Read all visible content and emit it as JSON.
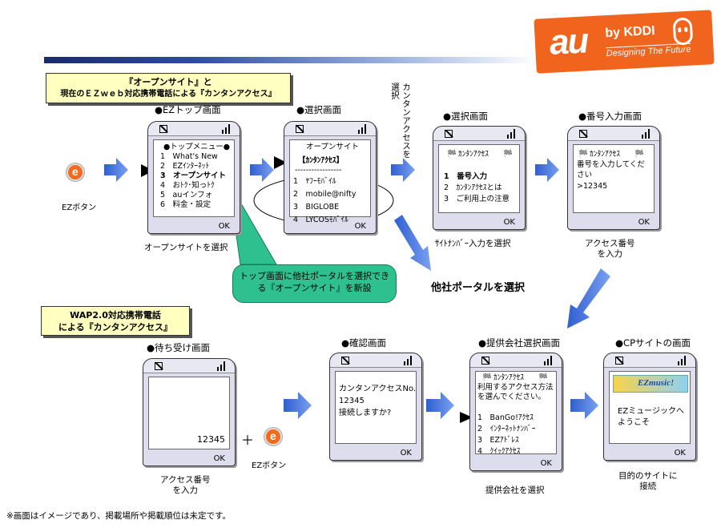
{
  "header": {
    "brand": "au",
    "brand_by": "by KDDI",
    "tagline": "Designing The Future"
  },
  "box1": {
    "line1": "『オープンサイト』と",
    "line2": "現在のＥＺｗｅｂ対応携帯電話による『カンタンアクセス』"
  },
  "box2": {
    "line1": "WAP2.0対応携帯電話",
    "line2": "による『カンタンアクセス』"
  },
  "row1": {
    "ez_label": "EZボタン",
    "p1": {
      "title": "●EZトップ画面",
      "menu_title": "●トップメニュー●",
      "items": [
        "1　What's New",
        "2　EZｲﾝﾀｰﾈｯﾄ",
        "3　オープンサイト",
        "4　おﾄｸ･知っﾄｸ",
        "5　auインフォ",
        "6　料金・設定"
      ],
      "ok": "OK",
      "caption": "オープンサイトを選択"
    },
    "p2": {
      "title": "●選択画面",
      "l1": "オープンサイト",
      "l2": "【ｶﾝﾀﾝｱｸｾｽ】",
      "sep": "-----------------",
      "items": [
        "1　ﾔﾌｰﾓﾊﾞｲﾙ",
        "2　mobile@nifty",
        "3　BIGLOBE",
        "4　LYCOSﾓﾊﾞｲﾙ"
      ],
      "ok": "OK"
    },
    "vertical": "カンタンアクセスを選択",
    "p3": {
      "title": "●選択画面",
      "head": "ｶﾝﾀﾝｱｸｾｽ",
      "items": [
        "1　番号入力",
        "2　ｶﾝﾀﾝｱｸｾｽとは",
        "3　ご利用上の注意"
      ],
      "ok": "OK",
      "caption": "ｻｲﾄﾅﾝﾊﾞｰ入力を選択"
    },
    "p4": {
      "title": "●番号入力画面",
      "head": "ｶﾝﾀﾝｱｸｾｽ",
      "l1": "番号を入力してくだ",
      "l2": "さい",
      "l3": ">12345",
      "ok": "OK",
      "caption1": "アクセス番号",
      "caption2": "を入力"
    },
    "green": "トップ画面に他社ポータルを選択できる『オープンサイト』を新設",
    "portal": "他社ポータルを選択"
  },
  "row2": {
    "p5": {
      "title": "●待ち受け画面",
      "number": "12345",
      "ok": "OK",
      "caption1": "アクセス番号",
      "caption2": "を入力"
    },
    "plus": "＋",
    "ez_label": "EZボタン",
    "p6": {
      "title": "●確認画面",
      "l1": "カンタンアクセスNo.",
      "l2": "12345",
      "l3": "接続しますか?",
      "ok": "OK"
    },
    "p7": {
      "title": "●提供会社選択画面",
      "head": "ｶﾝﾀﾝｱｸｾｽ",
      "l1": "利用するアクセス方法",
      "l2": "を選んでください。",
      "items": [
        "1　BanGo!ｱｸｾｽ",
        "2　ｲﾝﾀｰﾈｯﾄﾅﾝﾊﾞｰ",
        "3　EZｱﾄﾞﾚｽ",
        "4　ｸｲｯｸｱｸｾｽ"
      ],
      "ok": "OK",
      "caption": "提供会社を選択"
    },
    "p8": {
      "title": "●CPサイトの画面",
      "logo": "EZmusic!",
      "l1": "EZミュージックへ",
      "l2": "ようこそ",
      "ok": "OK",
      "caption1": "目的のサイトに",
      "caption2": "接続"
    }
  },
  "footnote": "※画面はイメージであり、掲載場所や掲載順位は未定です。",
  "colors": {
    "arrow": "#4f80e0",
    "box": "#ffffc0",
    "green": "#2fc090",
    "logo": "#f0641e"
  }
}
